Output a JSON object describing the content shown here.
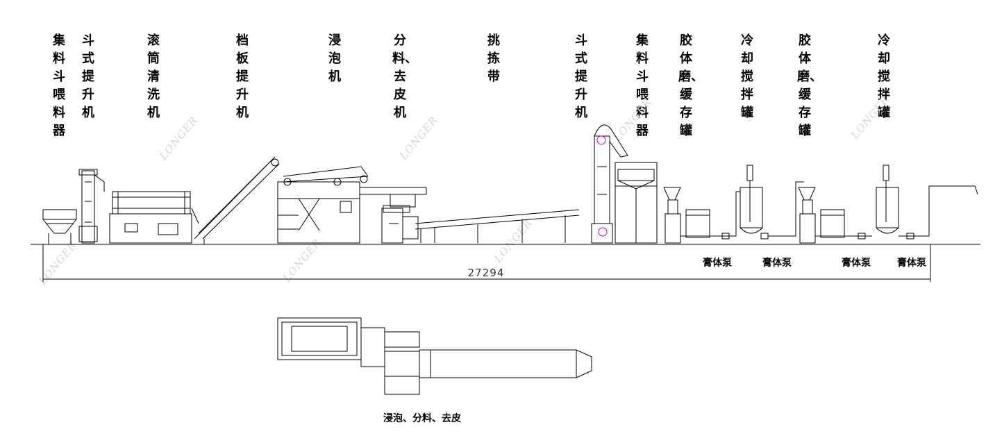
{
  "watermark": "LONGER",
  "labels": {
    "hopper_feeder_1": "集料斗喂料器",
    "bucket_elevator_1": "斗式提升机",
    "drum_washer": "滚筒清洗机",
    "baffle_elevator": "档板提升机",
    "soaking_machine": "浸泡机",
    "splitting_peeling_machine": "分料、去皮机",
    "picking_belt": "挑拣带",
    "bucket_elevator_2": "斗式提升机",
    "hopper_feeder_2": "集料斗喂料器",
    "colloid_mill_buffer_1": "胶体磨、缓存罐",
    "cooling_mix_tank_1": "冷却搅拌罐",
    "colloid_mill_buffer_2": "胶体磨、缓存罐",
    "cooling_mix_tank_2": "冷却搅拌罐"
  },
  "pumps": [
    "膏体泵",
    "膏体泵",
    "膏体泵",
    "膏体泵"
  ],
  "total_length": "27294",
  "plan_caption": "浸泡、分料、去皮",
  "colors": {
    "line": "#000000",
    "accent": "#c000c0",
    "watermark": "#d6d6d6"
  }
}
